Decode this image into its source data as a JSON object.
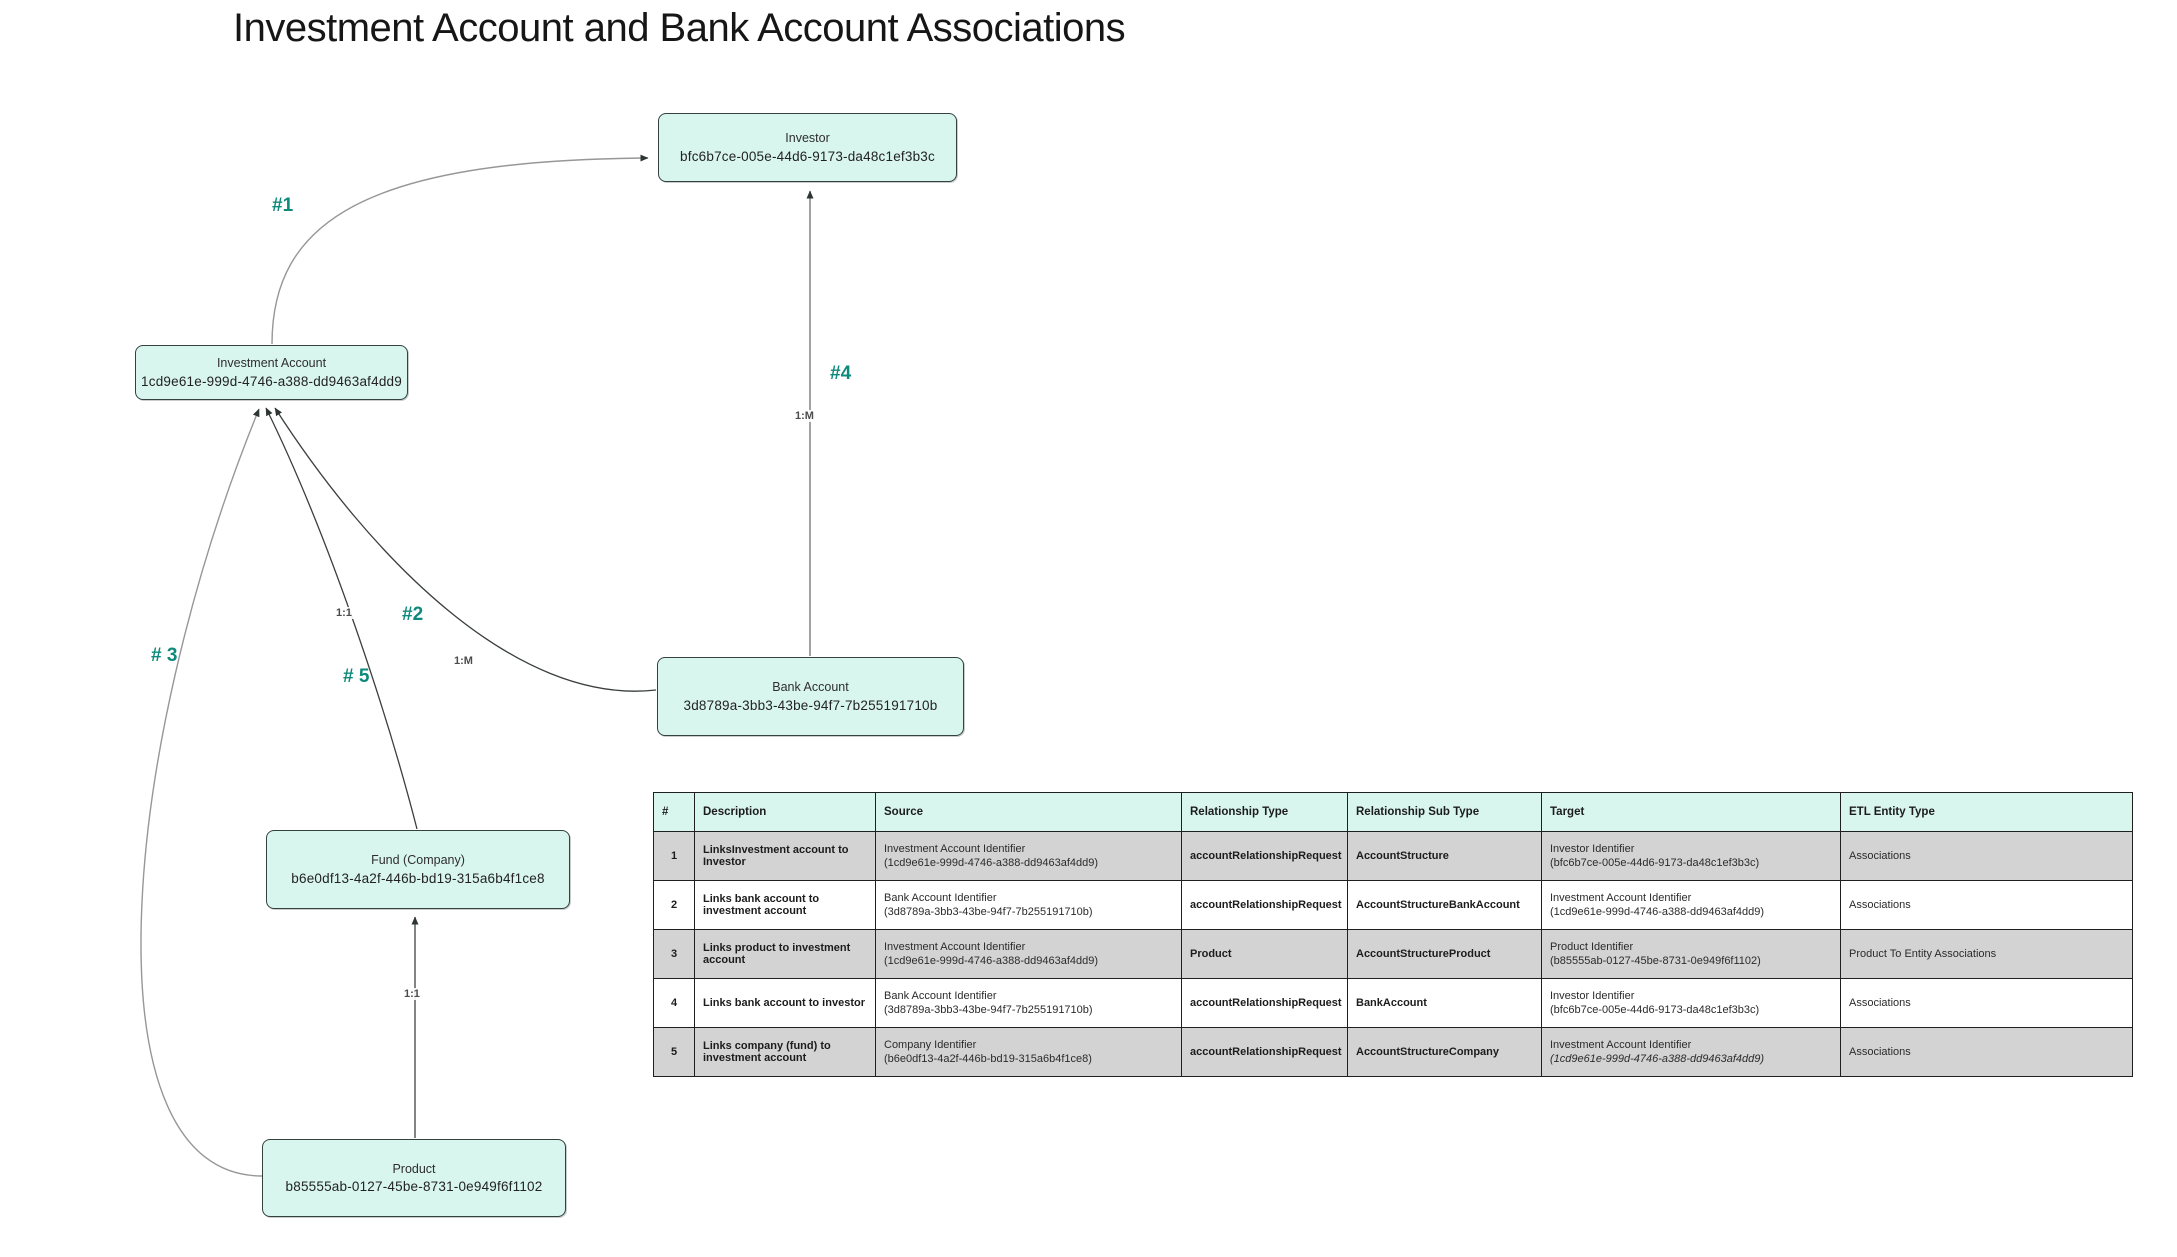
{
  "title": "Investment Account and Bank Account Associations",
  "colors": {
    "node_fill": "#d9f6ee",
    "node_border": "#33423f",
    "edge_label_teal": "#0e8a7c",
    "table_header_bg": "#d9f6ee",
    "table_alt_row_bg": "#d3d3d3"
  },
  "nodes": {
    "investor": {
      "label": "Investor",
      "id": "bfc6b7ce-005e-44d6-9173-da48c1ef3b3c"
    },
    "investment_account": {
      "label": "Investment Account",
      "id": "1cd9e61e-999d-4746-a388-dd9463af4dd9"
    },
    "bank_account": {
      "label": "Bank Account",
      "id": "3d8789a-3bb3-43be-94f7-7b255191710b"
    },
    "fund_company": {
      "label": "Fund (Company)",
      "id": "b6e0df13-4a2f-446b-bd19-315a6b4f1ce8"
    },
    "product": {
      "label": "Product",
      "id": "b85555ab-0127-45be-8731-0e949f6f1102"
    }
  },
  "edge_labels": {
    "e1": "#1",
    "e2": "#2",
    "e3": "# 3",
    "e4": "#4",
    "e5": "# 5",
    "card_e2": "1:M",
    "card_e4": "1:M",
    "card_e5": "1:1",
    "card_product_fund": "1:1"
  },
  "table": {
    "headers": [
      "#",
      "Description",
      "Source",
      "Relationship Type",
      "Relationship Sub Type",
      "Target",
      "ETL Entity Type"
    ],
    "rows": [
      {
        "num": "1",
        "description": "LinksInvestment account to Investor",
        "source": {
          "label": "Investment Account Identifier",
          "id": "(1cd9e61e-999d-4746-a388-dd9463af4dd9)"
        },
        "relationship_type": "accountRelationshipRequest",
        "relationship_sub_type": "AccountStructure",
        "target": {
          "label": "Investor Identifier",
          "id": "(bfc6b7ce-005e-44d6-9173-da48c1ef3b3c)"
        },
        "etl_entity_type": "Associations"
      },
      {
        "num": "2",
        "description": "Links bank account to investment account",
        "source": {
          "label": "Bank Account Identifier",
          "id": "(3d8789a-3bb3-43be-94f7-7b255191710b)"
        },
        "relationship_type": "accountRelationshipRequest",
        "relationship_sub_type": "AccountStructureBankAccount",
        "target": {
          "label": "Investment Account Identifier",
          "id": "(1cd9e61e-999d-4746-a388-dd9463af4dd9)"
        },
        "etl_entity_type": "Associations"
      },
      {
        "num": "3",
        "description": "Links product to investment account",
        "source": {
          "label": "Investment Account Identifier",
          "id": "(1cd9e61e-999d-4746-a388-dd9463af4dd9)"
        },
        "relationship_type": "Product",
        "relationship_sub_type": "AccountStructureProduct",
        "target": {
          "label": "Product Identifier",
          "id": "(b85555ab-0127-45be-8731-0e949f6f1102)"
        },
        "etl_entity_type": "Product To Entity Associations"
      },
      {
        "num": "4",
        "description": "Links bank account to investor",
        "source": {
          "label": "Bank Account Identifier",
          "id": "(3d8789a-3bb3-43be-94f7-7b255191710b)"
        },
        "relationship_type": "accountRelationshipRequest",
        "relationship_sub_type": "BankAccount",
        "target": {
          "label": "Investor Identifier",
          "id": "(bfc6b7ce-005e-44d6-9173-da48c1ef3b3c)"
        },
        "etl_entity_type": "Associations"
      },
      {
        "num": "5",
        "description": "Links company (fund) to investment account",
        "source": {
          "label": "Company Identifier",
          "id": "(b6e0df13-4a2f-446b-bd19-315a6b4f1ce8)"
        },
        "relationship_type": "accountRelationshipRequest",
        "relationship_sub_type": "AccountStructureCompany",
        "target": {
          "label": "Investment Account Identifier",
          "id": "(1cd9e61e-999d-4746-a388-dd9463af4dd9)"
        },
        "etl_entity_type": "Associations"
      }
    ]
  }
}
